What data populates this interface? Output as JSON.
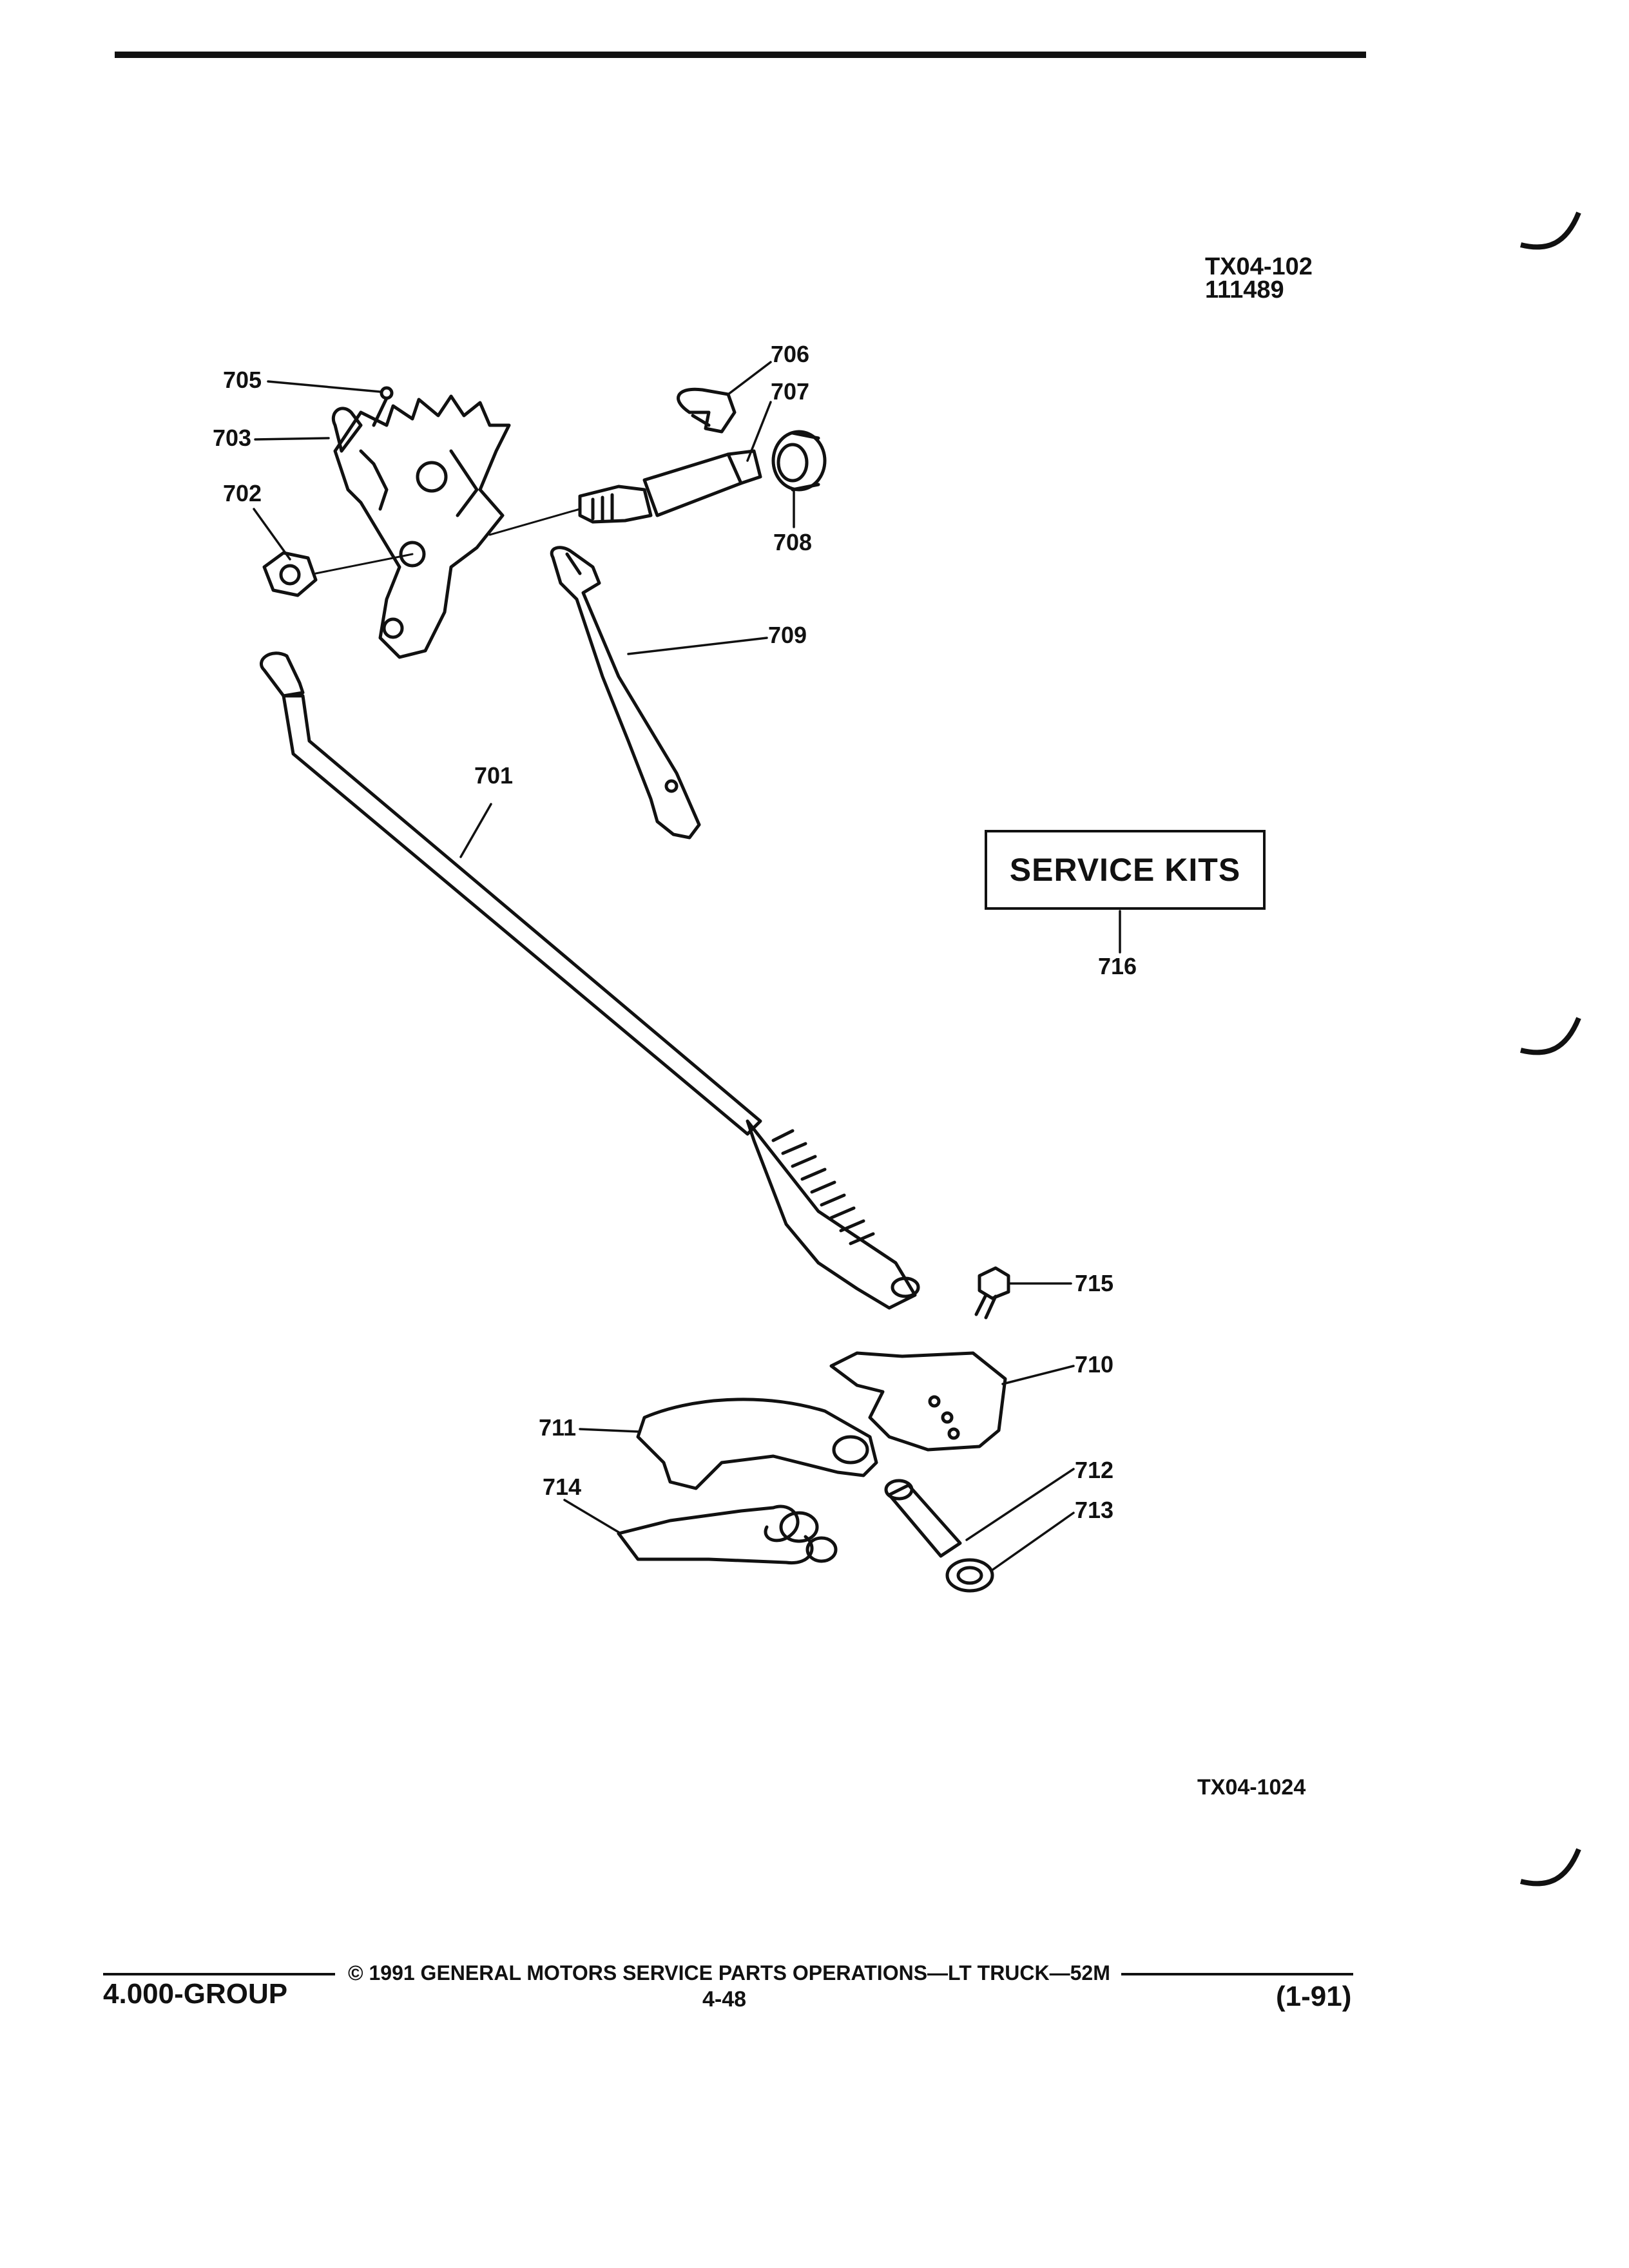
{
  "header": {
    "ref_code_1": "TX04-102",
    "ref_code_2": "111489"
  },
  "diagram": {
    "callouts": {
      "c701": "701",
      "c702": "702",
      "c703": "703",
      "c705": "705",
      "c706": "706",
      "c707": "707",
      "c708": "708",
      "c709": "709",
      "c710": "710",
      "c711": "711",
      "c712": "712",
      "c713": "713",
      "c714": "714",
      "c715": "715",
      "c716": "716"
    },
    "service_kits_label": "SERVICE  KITS",
    "figure_code": "TX04-1024"
  },
  "footer": {
    "group": "4.000-GROUP",
    "copyright": "© 1991  GENERAL MOTORS SERVICE PARTS OPERATIONS—LT TRUCK—52M",
    "page_number": "4-48",
    "revision": "(1-91)"
  },
  "colors": {
    "ink": "#111111",
    "paper": "#ffffff"
  }
}
